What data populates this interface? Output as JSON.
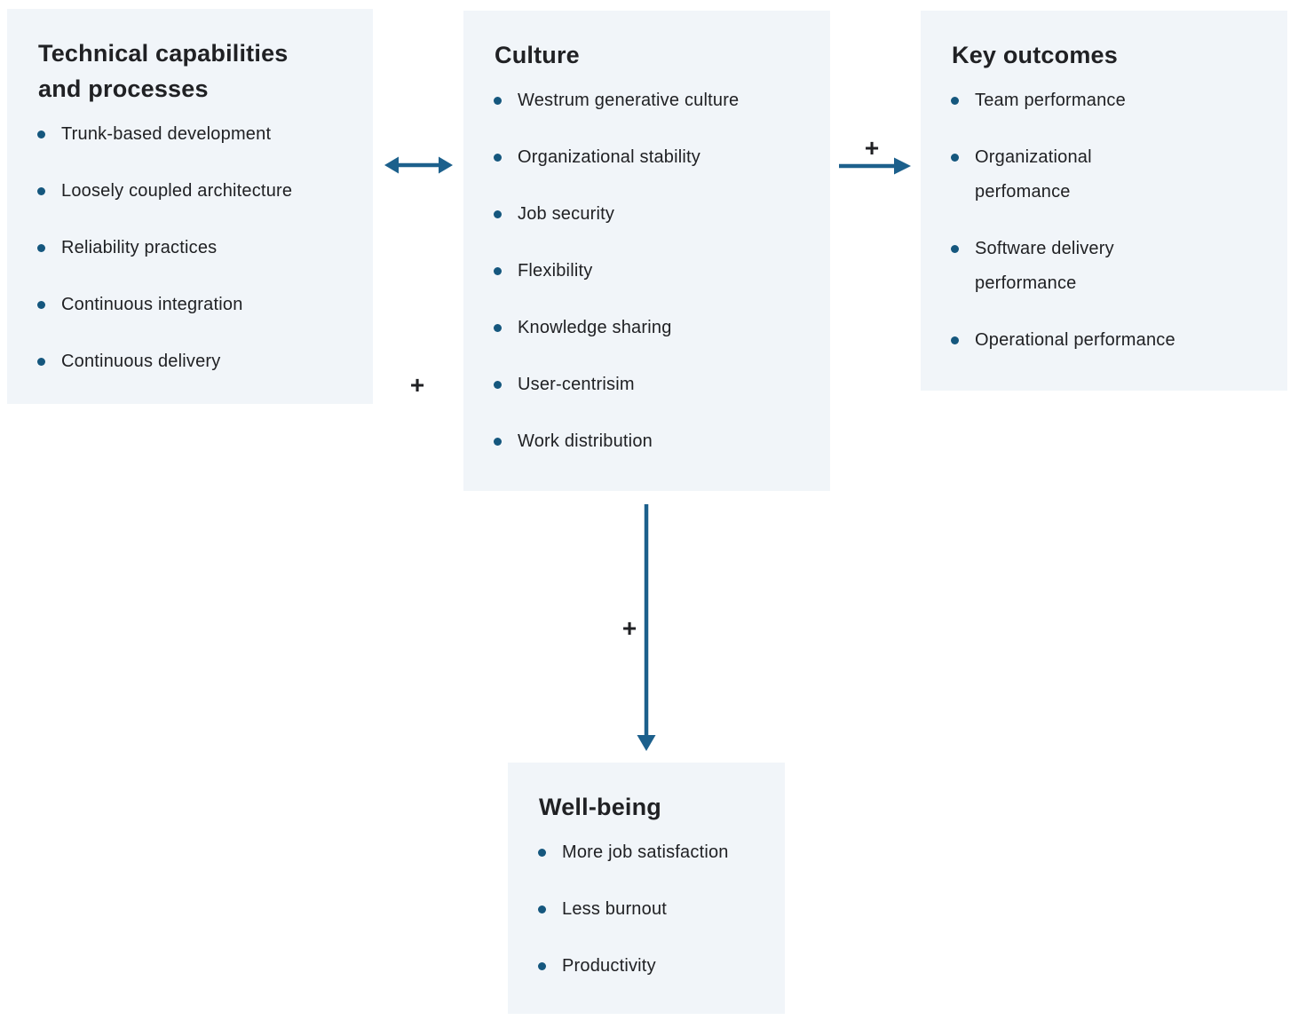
{
  "diagram": {
    "boxes": [
      {
        "id": "technical",
        "title": "Technical capabilities\nand processes",
        "items": [
          "Trunk-based development",
          "Loosely coupled architecture",
          "Reliability practices",
          "Continuous integration",
          "Continuous delivery"
        ]
      },
      {
        "id": "culture",
        "title": "Culture",
        "items": [
          "Westrum generative culture",
          "Organizational stability",
          "Job security",
          "Flexibility",
          "Knowledge sharing",
          "User-centrisim",
          "Work distribution"
        ]
      },
      {
        "id": "outcomes",
        "title": "Key outcomes",
        "items": [
          "Team performance",
          "Organizational\nperfomance",
          "Software delivery\nperformance",
          "Operational performance"
        ]
      },
      {
        "id": "wellbeing",
        "title": "Well-being",
        "items": [
          "More job satisfaction",
          "Less burnout",
          "Productivity"
        ]
      }
    ],
    "connectors": {
      "tech_culture": {
        "type": "bidirectional-arrow",
        "label": "+"
      },
      "culture_outcomes": {
        "type": "right-arrow",
        "label": "+"
      },
      "culture_wellbeing": {
        "type": "down-arrow",
        "label": "+"
      }
    },
    "colors": {
      "panel_bg": "#F1F5F9",
      "bullet": "#15577E",
      "arrow": "#1C608C",
      "text": "#202124",
      "title": "#202124"
    }
  }
}
